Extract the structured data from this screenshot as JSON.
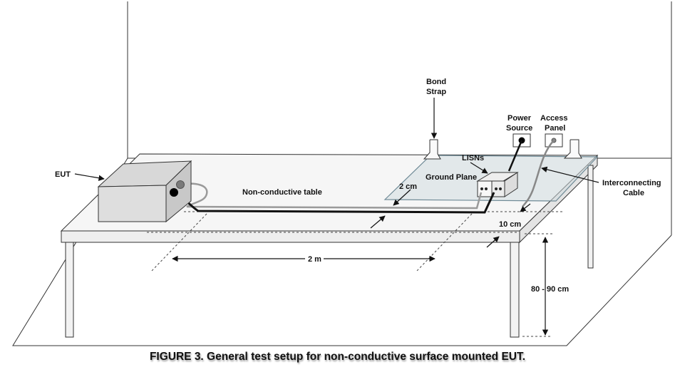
{
  "labels": {
    "eut": "EUT",
    "bond_strap_1": "Bond",
    "bond_strap_2": "Strap",
    "power_source_1": "Power",
    "power_source_2": "Source",
    "access_panel_1": "Access",
    "access_panel_2": "Panel",
    "lisns": "LISNs",
    "ground_plane": "Ground Plane",
    "interconnecting_cable_1": "Interconnecting",
    "interconnecting_cable_2": "Cable",
    "non_conductive_table": "Non-conductive table",
    "dist_2cm": "2 cm",
    "dist_10cm": "10 cm",
    "dist_2m": "2 m",
    "height": "80 - 90 cm"
  },
  "caption": "FIGURE 3.  General test setup for non-conductive surface mounted EUT."
}
